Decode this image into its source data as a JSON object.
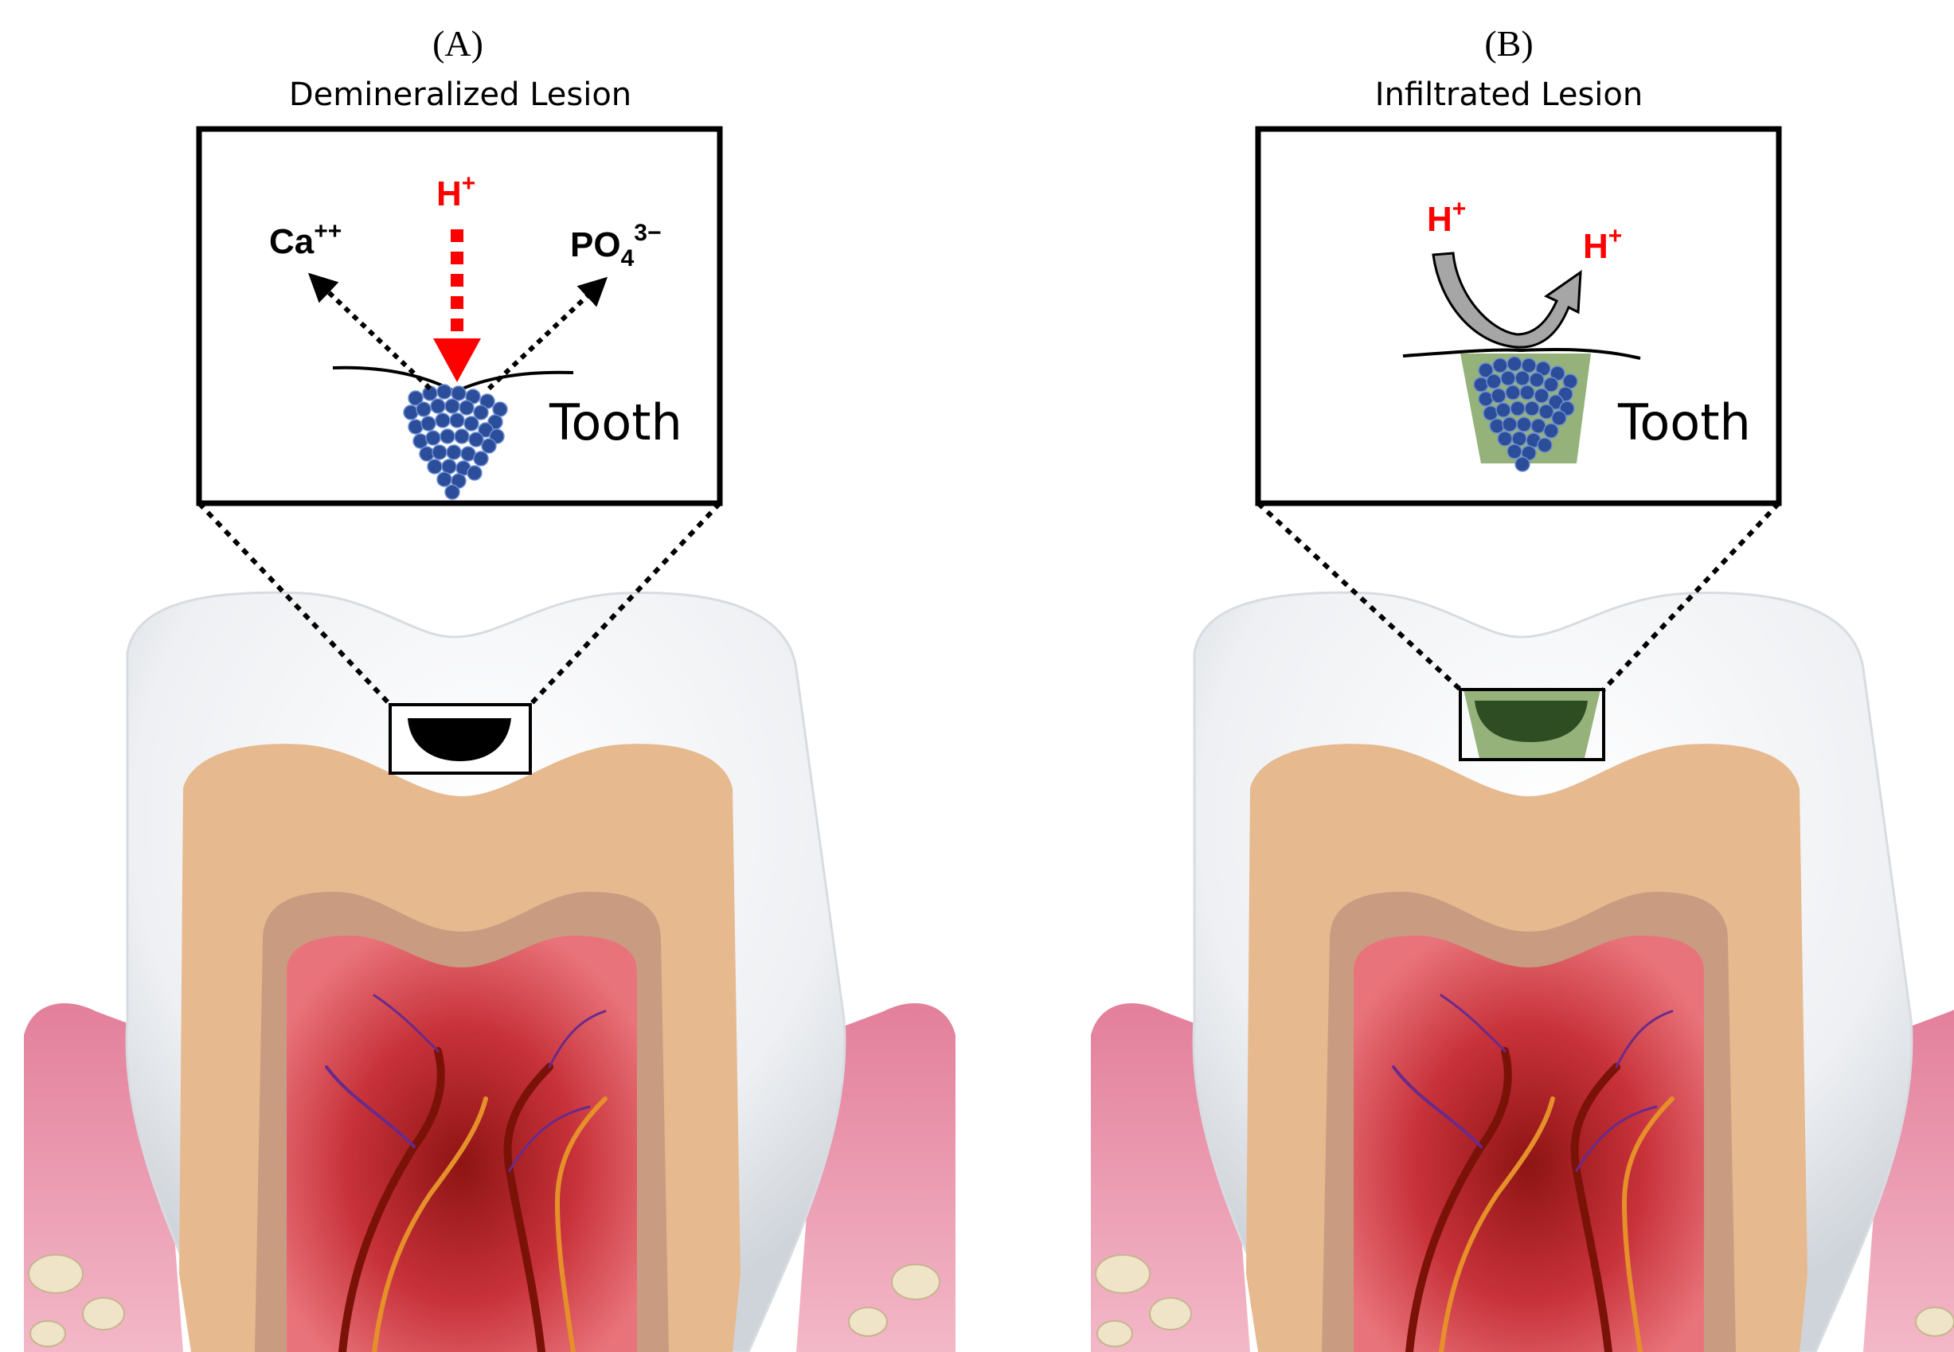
{
  "panel_a": {
    "letter": "(A)",
    "title": "Demineralized Lesion",
    "ion_h": "H",
    "ion_h_sup": "+",
    "ion_ca": "Ca",
    "ion_ca_sup": "++",
    "ion_po": "PO",
    "ion_po_sub": "4",
    "ion_po_sup": "3−",
    "tooth_label": "Tooth"
  },
  "panel_b": {
    "letter": "(B)",
    "title": "Infiltrated Lesion",
    "ion_h_in": "H",
    "ion_h_in_sup": "+",
    "ion_h_out": "H",
    "ion_h_out_sup": "+",
    "tooth_label": "Tooth"
  },
  "colors": {
    "enamel": "#eef0f3",
    "dentin": "#e6b98f",
    "pulp": "#c8323a",
    "gum": "#e37f9b",
    "mineral": "#2c4e9a",
    "resin_light": "#95b27a",
    "resin_dark": "#2f4d22",
    "acid": "#ff0000"
  }
}
